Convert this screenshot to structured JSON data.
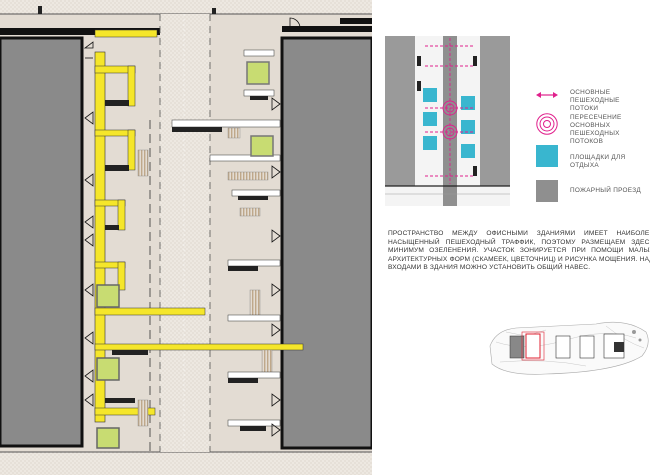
{
  "legend": {
    "pedestrian_flows": "Основные пешеходные потоки",
    "flow_intersection": "Пересечение основных пешеходных потоков",
    "rest_areas": "Площадки для отдыха",
    "fire_lane": "Пожарный проезд"
  },
  "description": "Пространство между офисными зданиями имеет наиболее насыщенный пешеходный траффик, поэтому размещаем здесь минимум озеленения. Участок зонируется при помощи малых архитектурных форм (скамеек, цветочниц) и рисунка мощения. Над входами в здания можно установить общий навес.",
  "colors": {
    "bench_yellow": "#f5e62a",
    "planter_green": "#c8dc72",
    "building_gray": "#8a8a8a",
    "pedestrian_magenta": "#e0208c",
    "rest_area_cyan": "#39b6cf",
    "fire_lane_gray": "#8f8f8f",
    "paving_beige": "#e3dcd3"
  },
  "icons": {
    "pedestrian_flows": "double-arrow-icon",
    "flow_intersection": "concentric-circles-icon",
    "rest_areas": "cyan-square-icon",
    "fire_lane": "gray-square-icon"
  }
}
